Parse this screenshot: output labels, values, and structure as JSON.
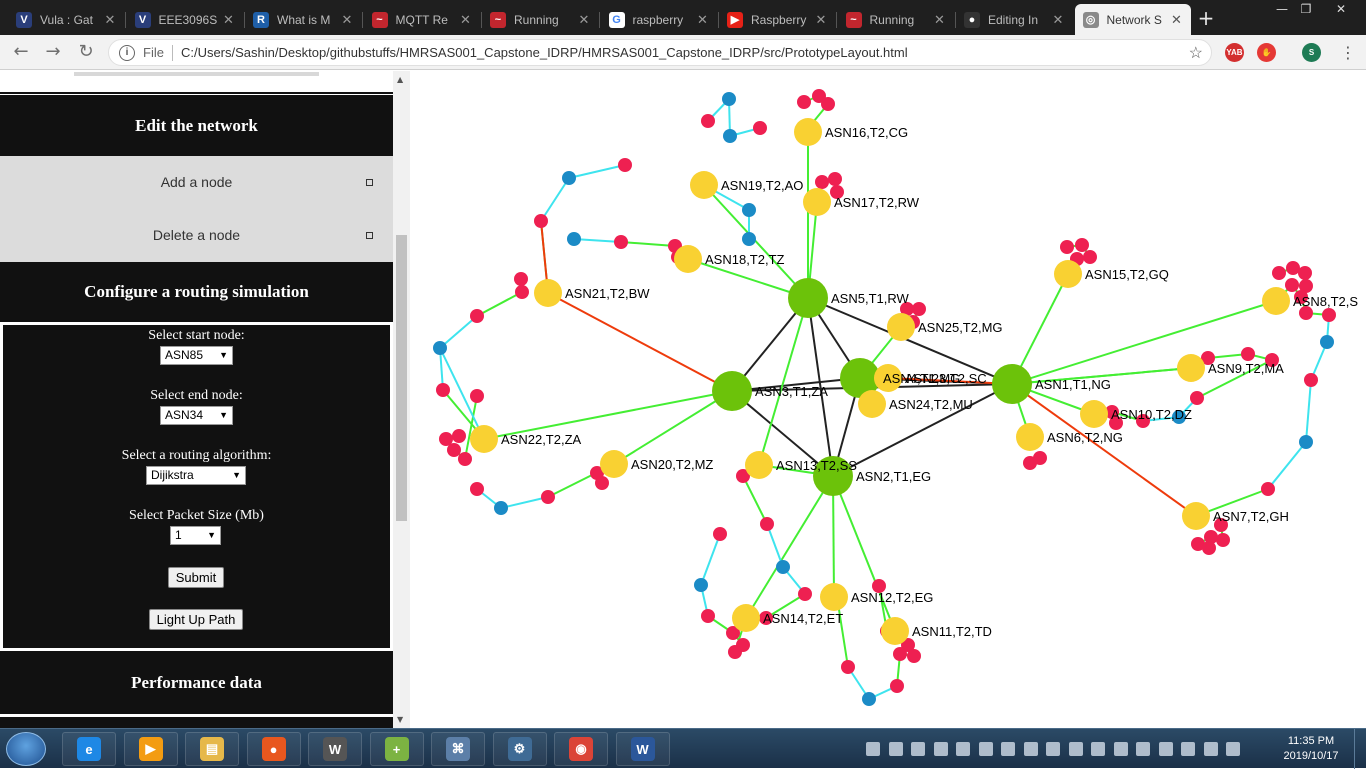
{
  "browser": {
    "tabs": [
      {
        "label": "Vula : Gat",
        "icon": "vula-icon",
        "color": "#2a3e7a",
        "glyph": "V"
      },
      {
        "label": "EEE3096S",
        "icon": "vula-icon",
        "color": "#2a3e7a",
        "glyph": "V"
      },
      {
        "label": "What is M",
        "icon": "r-icon",
        "color": "#1f5fa8",
        "glyph": "R"
      },
      {
        "label": "MQTT Re",
        "icon": "hivemq-icon",
        "color": "#c2262e",
        "glyph": "~"
      },
      {
        "label": "Running",
        "icon": "hivemq-icon",
        "color": "#c2262e",
        "glyph": "~"
      },
      {
        "label": "raspberry",
        "icon": "google-icon",
        "color": "#ffffff",
        "glyph": "G"
      },
      {
        "label": "Raspberry",
        "icon": "youtube-icon",
        "color": "#e62117",
        "glyph": "▶"
      },
      {
        "label": "Running",
        "icon": "hivemq-icon",
        "color": "#c2262e",
        "glyph": "~"
      },
      {
        "label": "Editing In",
        "icon": "github-icon",
        "color": "#333333",
        "glyph": "●"
      },
      {
        "label": "Network S",
        "icon": "globe-icon",
        "color": "#8a8a8a",
        "glyph": "◎",
        "active": true
      }
    ],
    "address": {
      "protocol": "File",
      "url": "C:/Users/Sashin/Desktop/githubstuffs/HMRSAS001_Capstone_IDRP/HMRSAS001_Capstone_IDRP/src/PrototypeLayout.html"
    },
    "extensions": [
      {
        "name": "yab-extension-icon",
        "label": "YAB",
        "color": "#d32f2f"
      },
      {
        "name": "stop-hand-extension-icon",
        "label": "✋",
        "color": "#e53935"
      },
      {
        "name": "profile-avatar",
        "label": "S",
        "color": "#1e7b55"
      }
    ]
  },
  "sidebar": {
    "edit_header": "Edit the network",
    "menu": [
      {
        "label": "Add a node"
      },
      {
        "label": "Delete a node"
      }
    ],
    "routing_header": "Configure a routing simulation",
    "form": {
      "start_label": "Select start node:",
      "start_value": "ASN85",
      "end_label": "Select end node:",
      "end_value": "ASN34",
      "algo_label": "Select a routing algorithm:",
      "algo_value": "Dijikstra",
      "packet_label": "Select Packet Size (Mb)",
      "packet_value": "1",
      "submit_label": "Submit",
      "lightup_label": "Light Up Path"
    },
    "perf_header": "Performance data"
  },
  "network": {
    "colors": {
      "tier1": "#6cc20a",
      "tier2": "#f9d132",
      "red": "#ee2051",
      "blue": "#1b8bc6",
      "edge_green": "#44ee33",
      "edge_cyan": "#3ee4ee",
      "edge_core": "#222222",
      "edge_path": "#ee3b0c"
    },
    "labels": [
      {
        "text": "ASN16,T2,CG"
      },
      {
        "text": "ASN19,T2,AO"
      },
      {
        "text": "ASN17,T2,RW"
      },
      {
        "text": "ASN18,T2,TZ"
      },
      {
        "text": "ASN15,T2,GQ"
      },
      {
        "text": "ASN21,T2,BW"
      },
      {
        "text": "ASN5,T1,RW"
      },
      {
        "text": "ASN25,T2,MG"
      },
      {
        "text": "ASN8,T2,S"
      },
      {
        "text": "ASN4,T1,MG"
      },
      {
        "text": "ASN23,T2,SC"
      },
      {
        "text": "ASN1,T1,NG"
      },
      {
        "text": "ASN9,T2,MA"
      },
      {
        "text": "ASN3,T1,ZA"
      },
      {
        "text": "ASN24,T2,MU"
      },
      {
        "text": "ASN10,T2,DZ"
      },
      {
        "text": "ASN22,T2,ZA"
      },
      {
        "text": "ASN6,T2,NG"
      },
      {
        "text": "ASN20,T2,MZ"
      },
      {
        "text": "ASN13,T2,SS"
      },
      {
        "text": "ASN2,T1,EG"
      },
      {
        "text": "ASN7,T2,GH"
      },
      {
        "text": "ASN12,T2,EG"
      },
      {
        "text": "ASN14,T2,ET"
      },
      {
        "text": "ASN11,T2,TD"
      }
    ]
  },
  "taskbar": {
    "apps": [
      {
        "name": "internet-explorer-icon",
        "color": "#1e88e5",
        "glyph": "e"
      },
      {
        "name": "media-player-icon",
        "color": "#f39c12",
        "glyph": "▶"
      },
      {
        "name": "file-explorer-icon",
        "color": "#e6b84a",
        "glyph": "▤"
      },
      {
        "name": "firefox-icon",
        "color": "#e8571e",
        "glyph": "●"
      },
      {
        "name": "wps-icon",
        "color": "#555555",
        "glyph": "W"
      },
      {
        "name": "notepad-plus-icon",
        "color": "#7cb342",
        "glyph": "+"
      },
      {
        "name": "network-tool-icon",
        "color": "#5c7fa8",
        "glyph": "⌘"
      },
      {
        "name": "steam-icon",
        "color": "#3f6b95",
        "glyph": "⚙"
      },
      {
        "name": "chrome-icon",
        "color": "#db4437",
        "glyph": "◉"
      },
      {
        "name": "word-icon",
        "color": "#2b579a",
        "glyph": "W"
      }
    ],
    "time": "11:35 PM",
    "date": "2019/10/17"
  }
}
